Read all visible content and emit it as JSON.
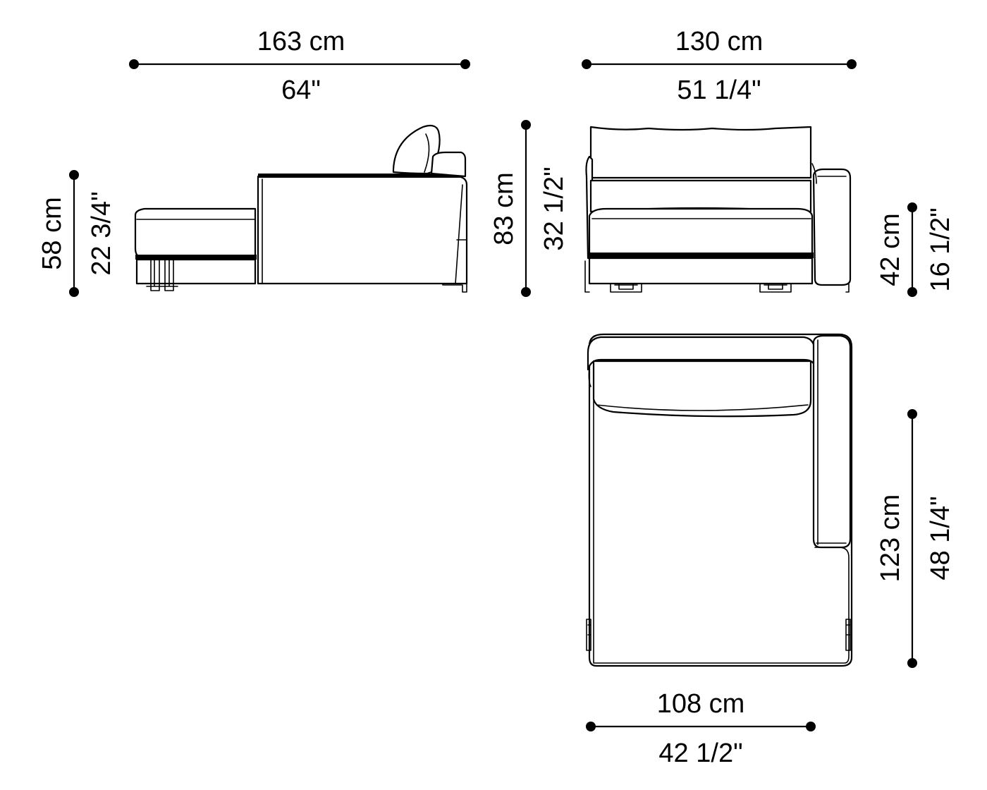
{
  "views": {
    "side": {
      "width": {
        "metric": "163 cm",
        "imperial": "64\""
      },
      "seat_height": {
        "metric": "58 cm",
        "imperial": "22 3/4\""
      }
    },
    "front": {
      "width": {
        "metric": "130 cm",
        "imperial": "51 1/4\""
      },
      "height": {
        "metric": "83 cm",
        "imperial": "32 1/2\""
      },
      "arm_height": {
        "metric": "42 cm",
        "imperial": "16 1/2\""
      }
    },
    "top": {
      "width": {
        "metric": "108 cm",
        "imperial": "42 1/2\""
      },
      "depth": {
        "metric": "123 cm",
        "imperial": "48 1/4\""
      }
    }
  }
}
